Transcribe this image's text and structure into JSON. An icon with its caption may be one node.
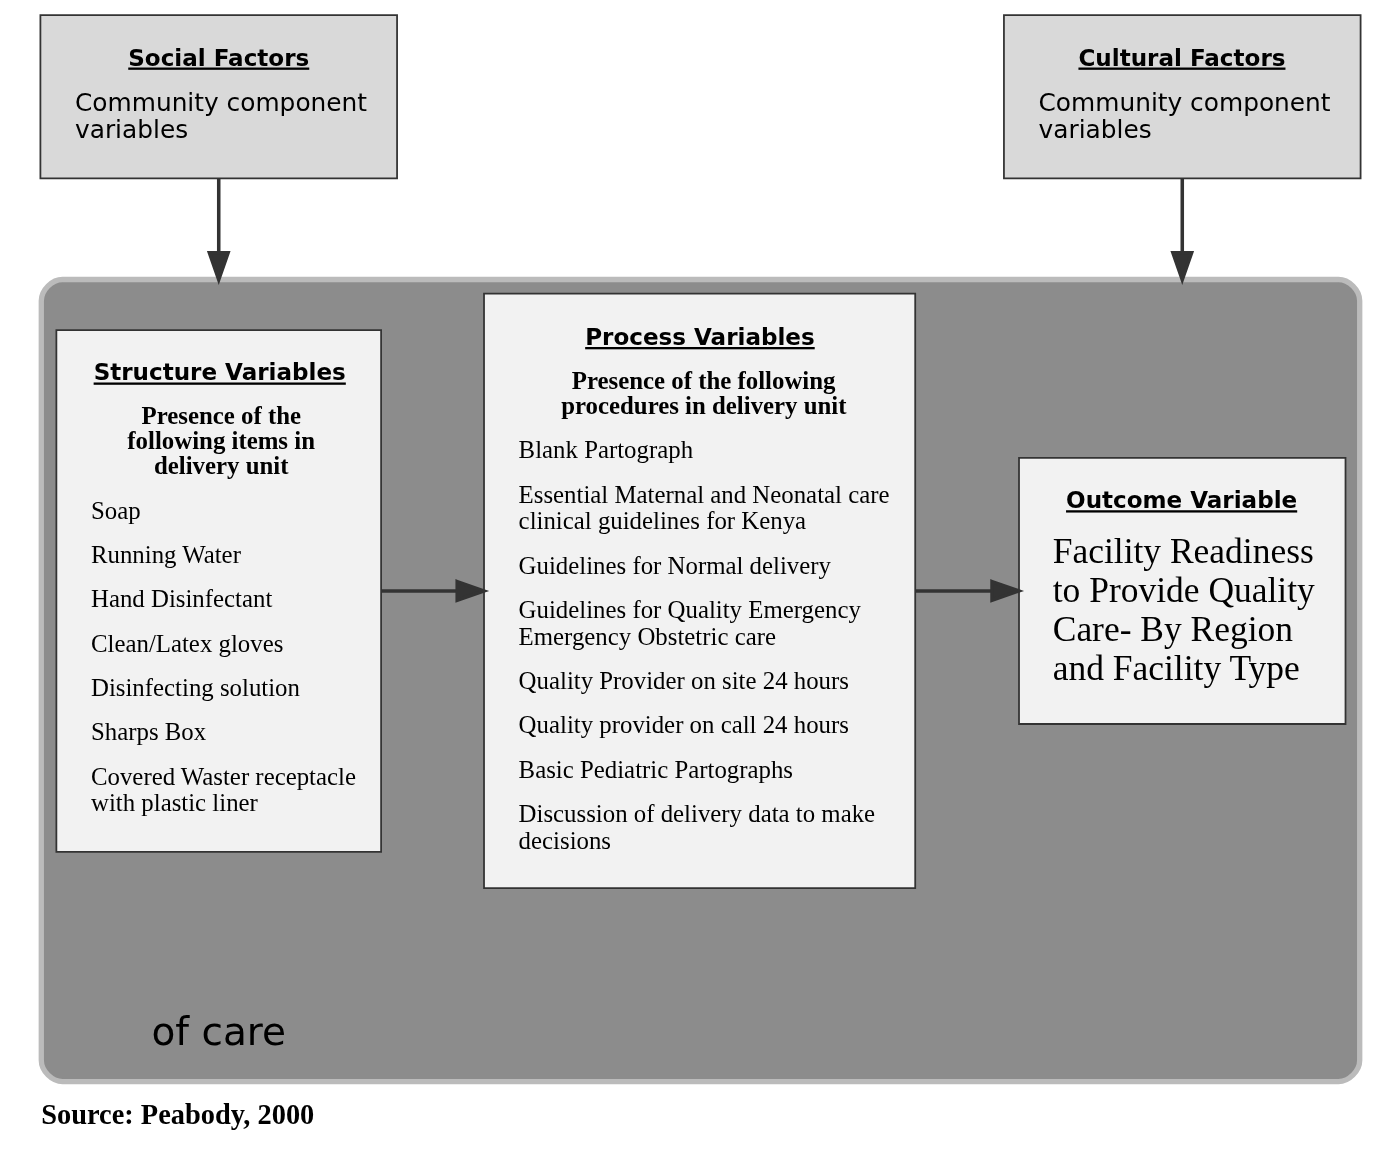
{
  "diagram": {
    "caption": "Source: Peabody, 2000",
    "nodes": [
      {
        "text": [
          "Social Factors",
          "Community component variables"
        ]
      },
      {
        "text": [
          "Cultural Factors",
          "Community component variables"
        ]
      },
      {
        "text": [],
        "shape": "ellipse"
      },
      {
        "text": [
          "Structure Variables",
          "Presence of the following items in delivery unit",
          "Soap",
          "Running Water",
          "Hand Disinfectant",
          "Clean/Latex gloves",
          "Disinfecting solution",
          "Sharps Box",
          "Covered Waster receptacle with plastic liner"
        ],
        "in": 2
      },
      {
        "text": [
          "Process Variables",
          "Presence of the following procedures in delivery unit",
          "Blank Partograph",
          "Essential Maternal and Neonatal care clinical guidelines for Kenya",
          "Guidelines for Normal delivery",
          "Guidelines for Quality Emergency Emergency Obstetric care",
          "Quality Provider on site 24 hours",
          "Quality provider on call 24 hours",
          "Basic Pediatric Partographs",
          "Discussion of delivery data to make decisions"
        ],
        "in": 2
      },
      {
        "text": [
          "Outcome Variable",
          "Facility Readiness to Provide Quality Care- By Region and Facility Type"
        ],
        "in": 2
      }
    ],
    "edges": [
      {
        "from": 0,
        "to": 2,
        "arrow": "to"
      },
      {
        "from": 1,
        "to": 2,
        "arrow": "to"
      },
      {
        "from": 3,
        "to": 4,
        "arrow": "to"
      },
      {
        "from": 4,
        "to": 5,
        "arrow": "to"
      }
    ],
    "labels": [
      "of care"
    ]
  }
}
